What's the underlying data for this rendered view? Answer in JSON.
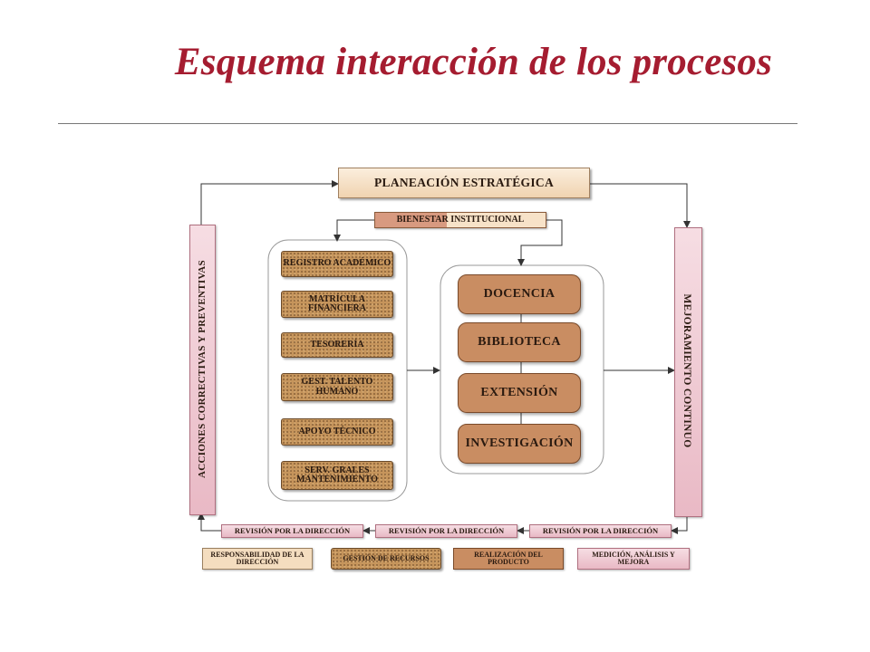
{
  "title": "Esquema interacción de los procesos",
  "diagram": {
    "planeacion": "PLANEACIÓN ESTRATÉGICA",
    "bienestar": "BIENESTAR INSTITUCIONAL",
    "acciones": "ACCIONES CORRECTIVAS Y PREVENTIVAS",
    "mejoramiento": "MEJORAMIENTO CONTINUO",
    "support": {
      "registro": "REGISTRO ACADÉMICO",
      "matricula": "MATRÍCULA FINANCIERA",
      "tesoreria": "TESORERÍA",
      "talento": "GEST. TALENTO HUMANO",
      "apoyo": "APOYO TÉCNICO",
      "servicios": "SERV. GRALES MANTENIMIENTO"
    },
    "core": {
      "docencia": "DOCENCIA",
      "biblioteca": "BIBLIOTECA",
      "extension": "EXTENSIÓN",
      "investigacion": "INVESTIGACIÓN"
    },
    "revision": {
      "left": "REVISIÓN POR LA DIRECCIÓN",
      "middle": "REVISIÓN POR LA DIRECCIÓN",
      "right": "REVISIÓN POR LA DIRECCIÓN"
    },
    "legend": {
      "responsabilidad": "RESPONSABILIDAD DE LA DIRECCIÓN",
      "gestion": "GESTIÓN DE RECURSOS",
      "realizacion": "REALIZACIÓN DEL PRODUCTO",
      "medicion": "MEDICIÓN, ANÁLISIS Y MEJORA"
    }
  }
}
